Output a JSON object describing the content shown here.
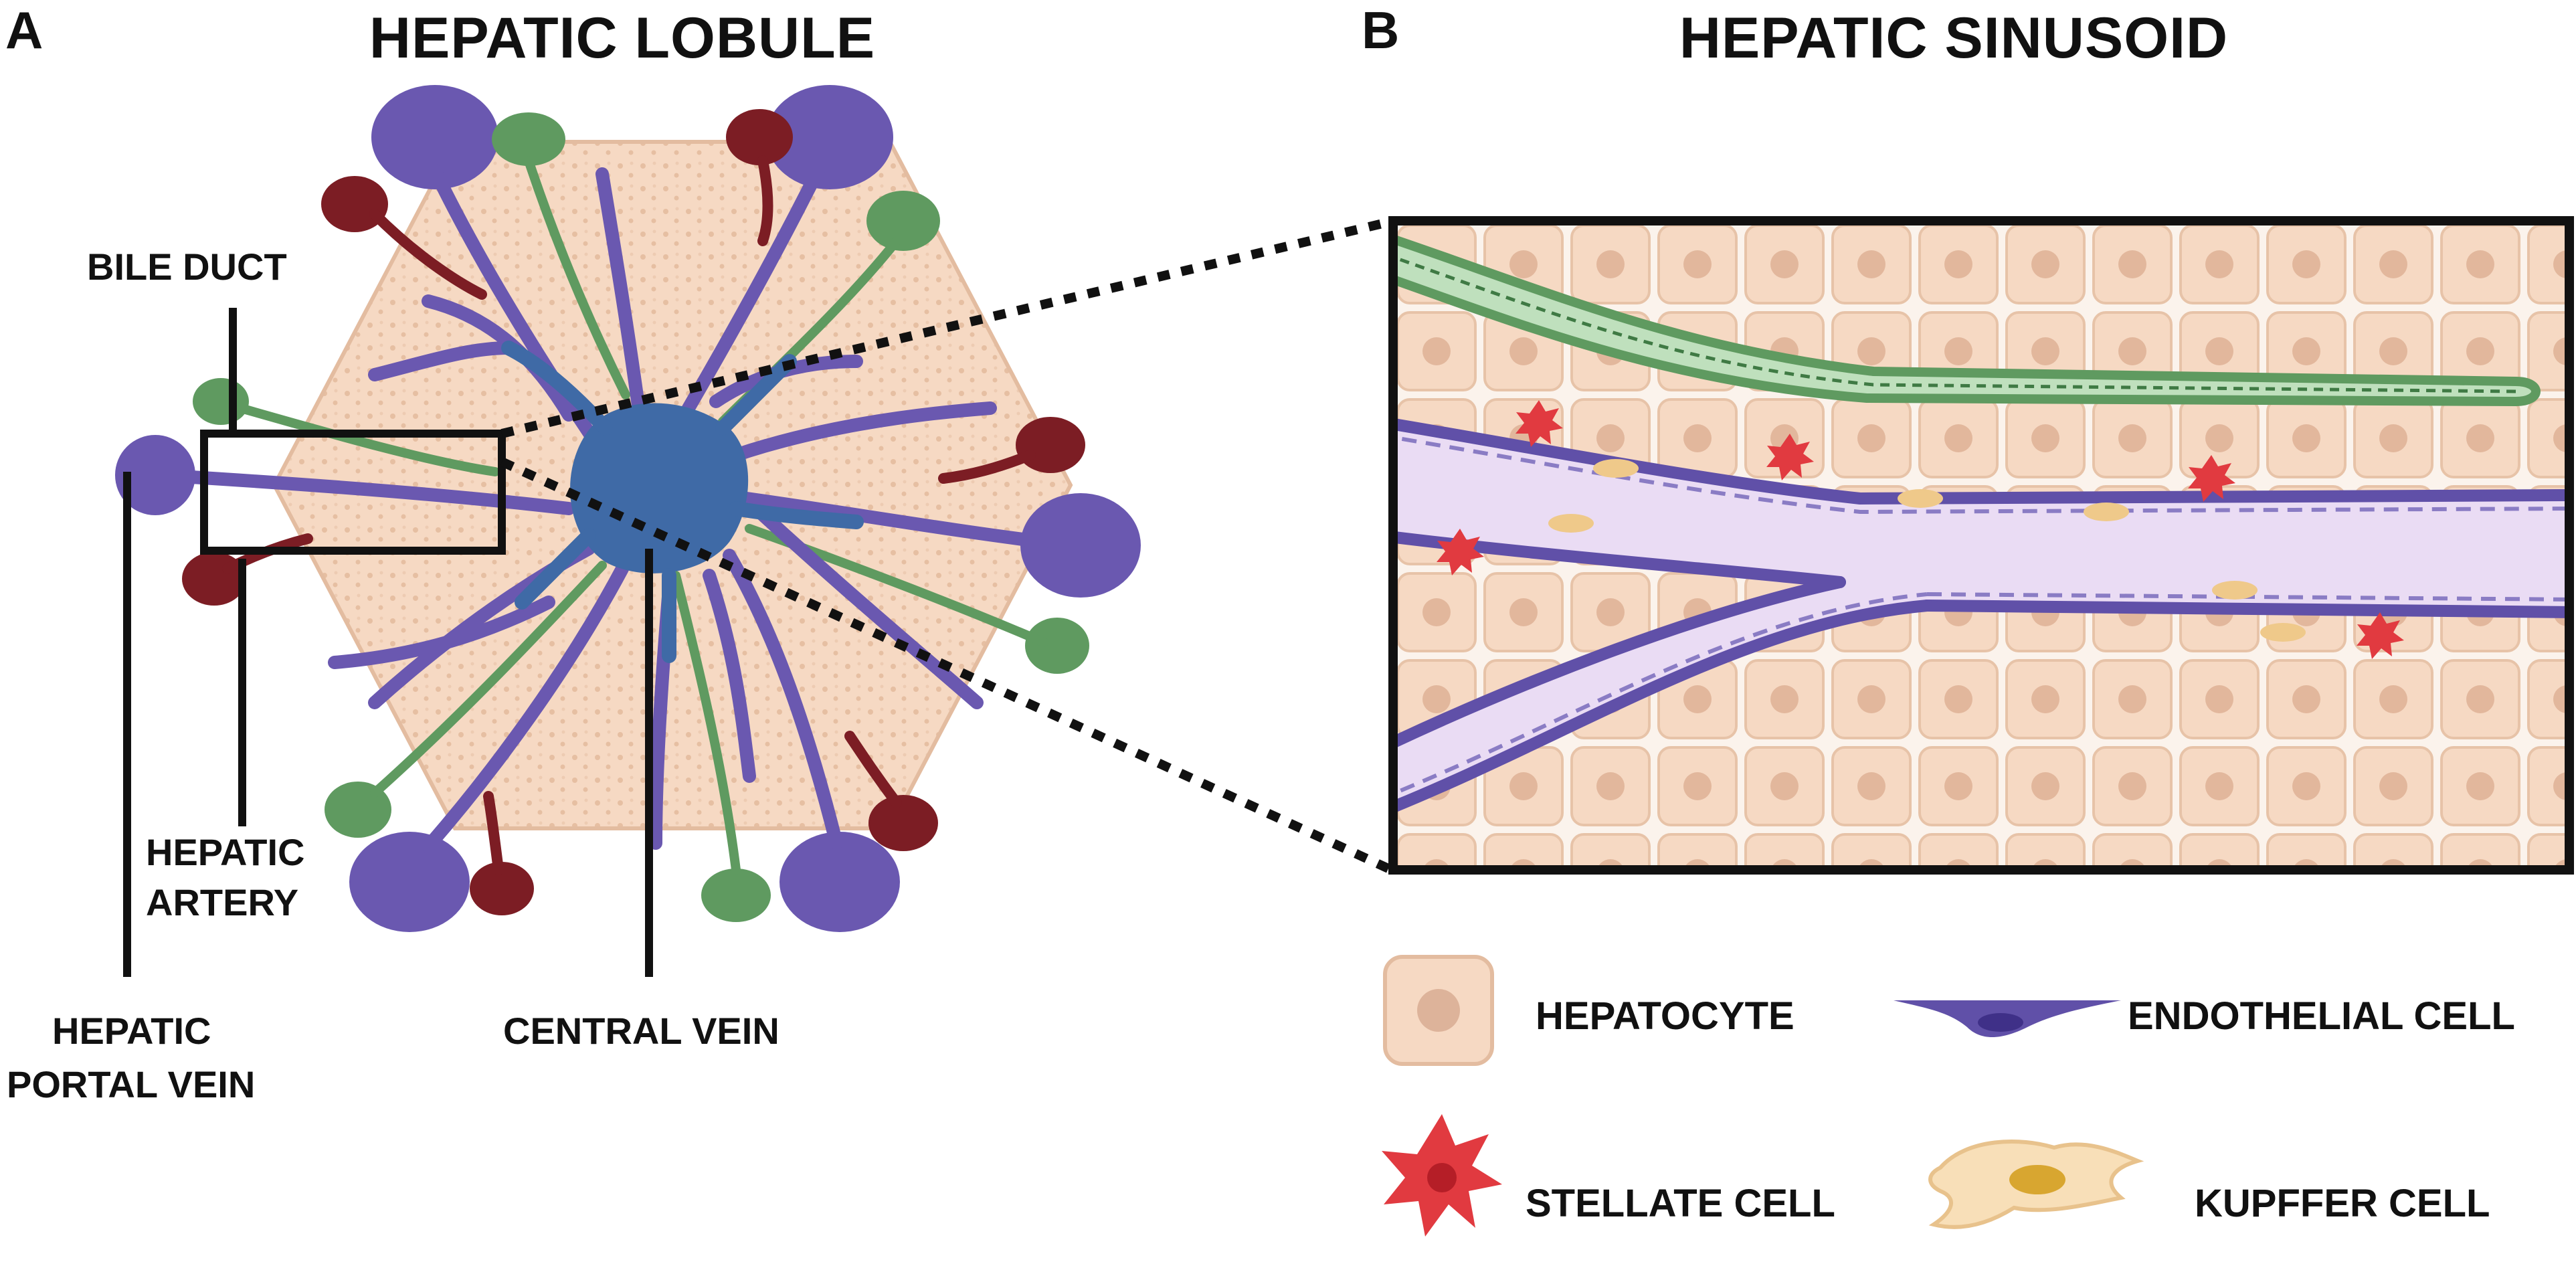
{
  "panel_a": {
    "letter": "A",
    "title": "HEPATIC LOBULE",
    "labels": {
      "bile_duct": "BILE DUCT",
      "hepatic_artery_line1": "HEPATIC",
      "hepatic_artery_line2": "ARTERY",
      "portal_vein_line1": "HEPATIC",
      "portal_vein_line2": "PORTAL VEIN",
      "central_vein": "CENTRAL VEIN"
    }
  },
  "panel_b": {
    "letter": "B",
    "title": "HEPATIC SINUSOID"
  },
  "legend": {
    "hepatocyte": "HEPATOCYTE",
    "endothelial_cell": "ENDOTHELIAL CELL",
    "stellate_cell": "STELLATE CELL",
    "kupffer_cell": "KUPFFER CELL"
  },
  "colors": {
    "hepatocyte_fill": "#f6d9c3",
    "hepatocyte_border": "#e3bca0",
    "hepatocyte_nucleus": "#ddb39a",
    "portal_vein": "#6a58b0",
    "central_vein": "#3f6aa6",
    "bile_duct": "#5f9a60",
    "hepatic_artery": "#7c1d24",
    "sinusoid_lumen": "#eadcf4",
    "endothelium": "#6050a8",
    "stellate": "#e13a40",
    "kupffer": "#efc98a"
  }
}
